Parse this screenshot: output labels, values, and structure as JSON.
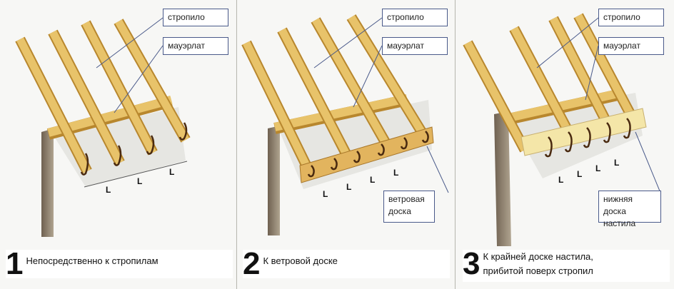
{
  "labels": {
    "rafter": "стропило",
    "mauerlat": "мауэрлат",
    "wind_board": "ветровая доска",
    "bottom_board": "нижняя доска настила",
    "dimension": "L"
  },
  "methods": [
    {
      "number": "1",
      "text": "Непосредственно к стропилам"
    },
    {
      "number": "2",
      "text": "К ветровой доске"
    },
    {
      "number": "3",
      "text": "К крайней доске настила, прибитой поверх стропил"
    }
  ],
  "colors": {
    "wood": "#e8c36a",
    "wood_edge": "#b8872e",
    "post": "#8a7a68",
    "callout_border": "#4a5a8a"
  }
}
